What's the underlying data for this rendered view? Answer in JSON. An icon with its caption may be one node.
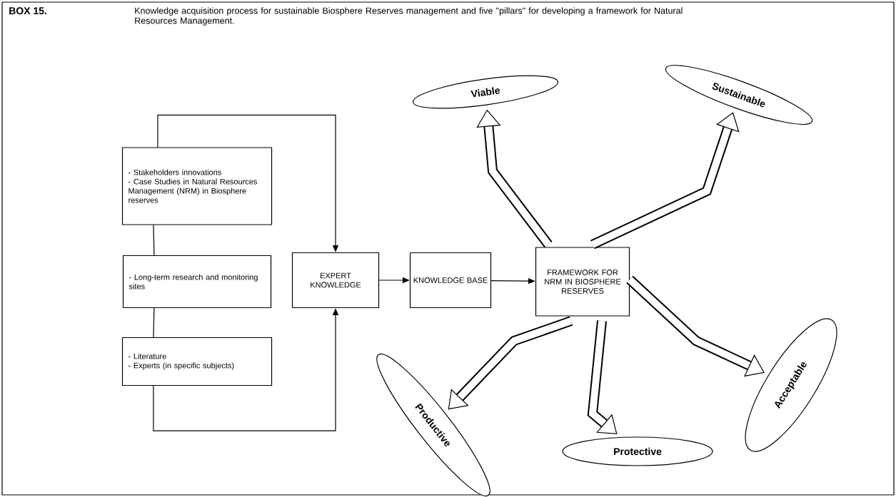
{
  "diagram": {
    "title": "BOX 15.",
    "caption": "Knowledge acquisition process for sustainable Biosphere Reserves management and five \"pillars\" for developing a framework for Natural Resources Management.",
    "nodes": [
      {
        "text": [
          "- Stakeholders innovations",
          "- Case Studies in Natural Resources Management (NRM) in Biosphere reserves"
        ]
      },
      {
        "text": [
          "- Long-term research and monitoring sites"
        ]
      },
      {
        "text": [
          "- Literature",
          "- Experts (in specific subjects)"
        ]
      },
      {
        "text": [
          "EXPERT KNOWLEDGE"
        ]
      },
      {
        "text": [
          "KNOWLEDGE BASE"
        ]
      },
      {
        "text": [
          "FRAMEWORK FOR NRM IN BIOSPHERE RESERVES"
        ]
      },
      {
        "text": [
          "Viable"
        ]
      },
      {
        "text": [
          "Sustainable"
        ]
      },
      {
        "text": [
          "Productive"
        ]
      },
      {
        "text": [
          "Protective"
        ]
      },
      {
        "text": [
          "Acceptable"
        ]
      }
    ],
    "edges": [
      {
        "from": 0,
        "to": 1,
        "arrow": "none"
      },
      {
        "from": 1,
        "to": 2,
        "arrow": "none"
      },
      {
        "from": 0,
        "to": 3,
        "arrow": "to"
      },
      {
        "from": 2,
        "to": 3,
        "arrow": "to"
      },
      {
        "from": 3,
        "to": 4,
        "arrow": "to"
      },
      {
        "from": 4,
        "to": 5,
        "arrow": "to"
      },
      {
        "from": 5,
        "to": 6,
        "arrow": "to",
        "style": "thick"
      },
      {
        "from": 5,
        "to": 7,
        "arrow": "to",
        "style": "thick"
      },
      {
        "from": 5,
        "to": 8,
        "arrow": "to",
        "style": "thick"
      },
      {
        "from": 5,
        "to": 9,
        "arrow": "to",
        "style": "thick"
      },
      {
        "from": 5,
        "to": 10,
        "arrow": "to",
        "style": "thick"
      }
    ]
  }
}
